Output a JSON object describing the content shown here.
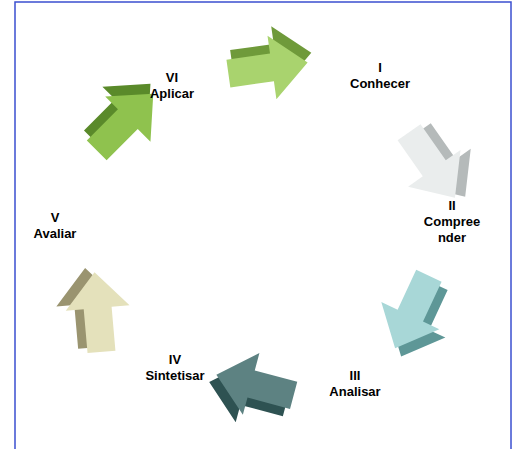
{
  "diagram": {
    "nodes": [
      {
        "text": [
          "I",
          "Conhecer"
        ]
      },
      {
        "text": [
          "II",
          "Compreender"
        ]
      },
      {
        "text": [
          "III",
          "Analisar"
        ]
      },
      {
        "text": [
          "IV",
          "Sintetisar"
        ]
      },
      {
        "text": [
          "V",
          "Avaliar"
        ]
      },
      {
        "text": [
          "VI",
          "Aplicar"
        ]
      }
    ]
  }
}
